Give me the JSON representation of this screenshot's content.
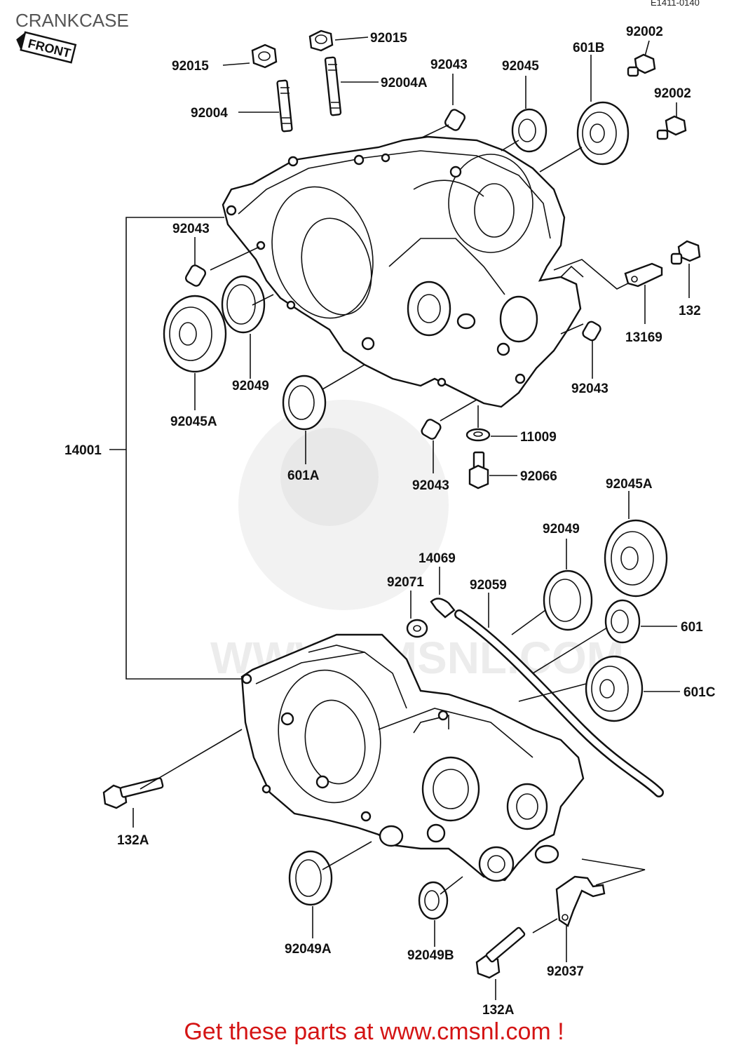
{
  "title": "CRANKCASE",
  "diagram_code": "E1411-0140",
  "front_tag": "FRONT",
  "watermark": "WWW.CMSNL.COM",
  "footer": "Get these parts at www.cmsnl.com !",
  "labels": {
    "l92015a": "92015",
    "l92015b": "92015",
    "l92004": "92004",
    "l92004a": "92004A",
    "l92043a": "92043",
    "l92045": "92045",
    "l601b": "601B",
    "l92002a": "92002",
    "l92002b": "92002",
    "l92043b": "92043",
    "l92045a1": "92045A",
    "l92049a": "92049",
    "l14001": "14001",
    "l601a": "601A",
    "l92043c": "92043",
    "l92043d": "92043",
    "l11009": "11009",
    "l92066": "92066",
    "l132a": "132",
    "l13169": "13169",
    "l92045a2": "92045A",
    "l92049b": "92049",
    "l14069": "14069",
    "l92071": "92071",
    "l92059": "92059",
    "l601": "601",
    "l601c": "601C",
    "l132A1": "132A",
    "l92049A": "92049A",
    "l92049B": "92049B",
    "l92037": "92037",
    "l132A2": "132A"
  }
}
